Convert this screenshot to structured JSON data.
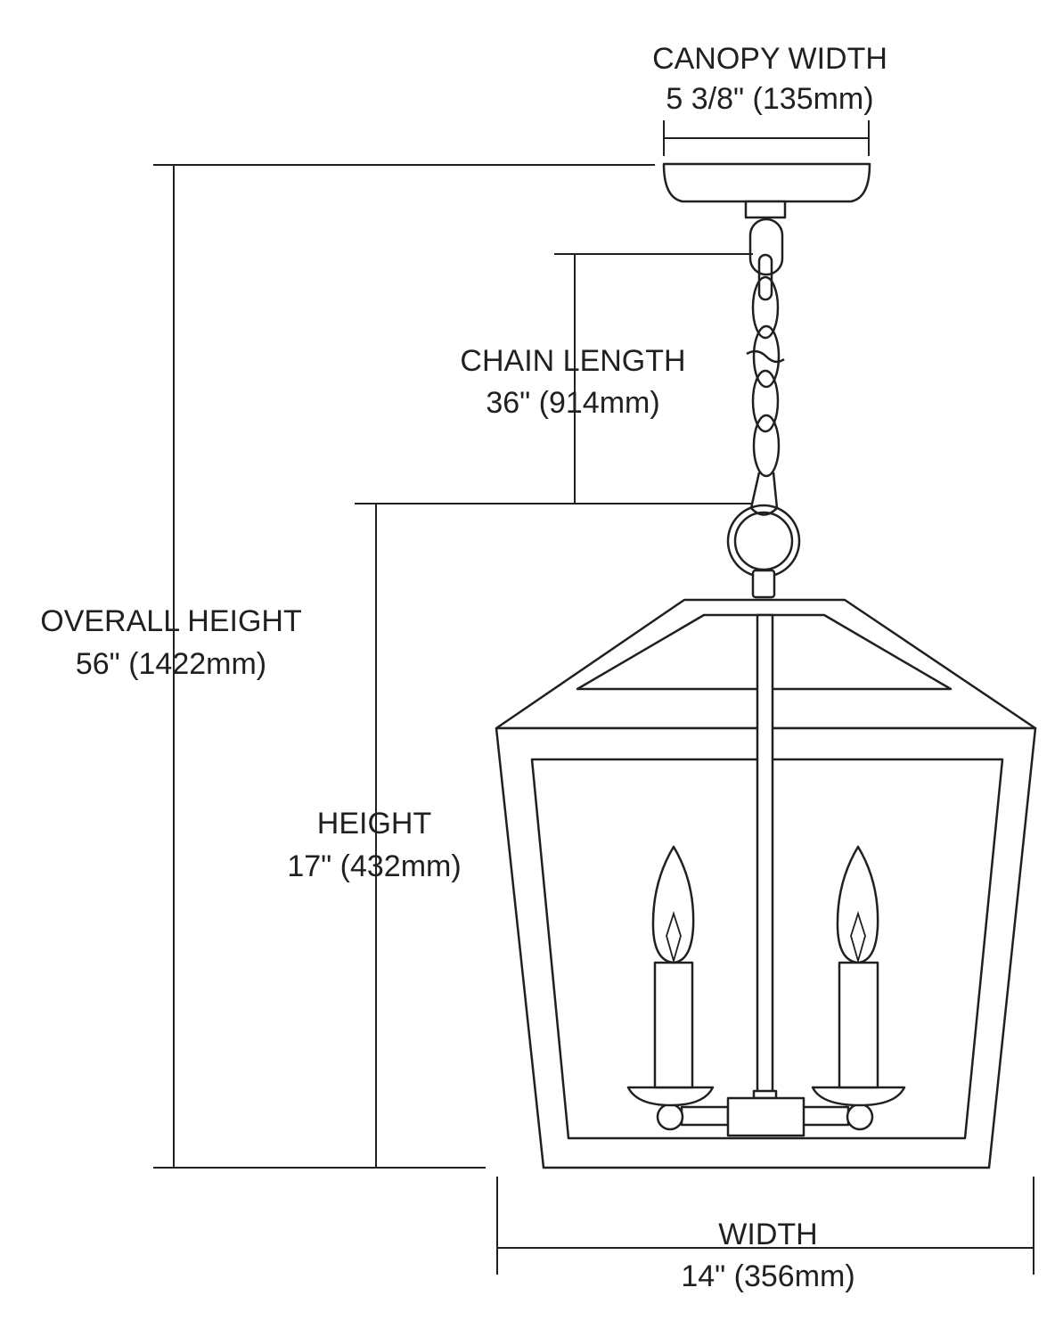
{
  "dimensions": {
    "canopy_width": {
      "label": "CANOPY WIDTH",
      "value": "5 3/8\" (135mm)"
    },
    "chain_length": {
      "label": "CHAIN LENGTH",
      "value": "36\" (914mm)"
    },
    "overall_height": {
      "label": "OVERALL HEIGHT",
      "value": "56\" (1422mm)"
    },
    "height": {
      "label": "HEIGHT",
      "value": "17\" (432mm)"
    },
    "width": {
      "label": "WIDTH",
      "value": "14\" (356mm)"
    }
  }
}
